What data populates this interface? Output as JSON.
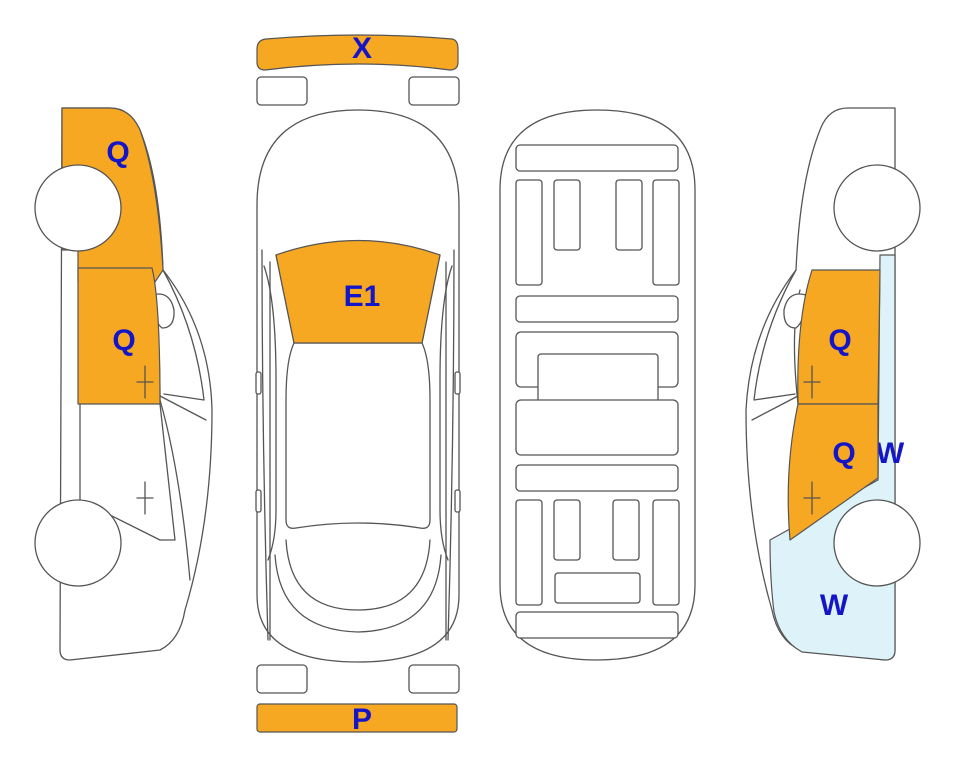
{
  "colors": {
    "damage_orange": "#F7A823",
    "light_blue": "#DDF3F9",
    "label_blue": "#1515C8",
    "outline": "#555555"
  },
  "labels": {
    "front_bumper": "X",
    "rear_bumper": "P",
    "hood": "E1",
    "left_front_fender": "Q",
    "left_front_door": "Q",
    "right_rear_door": "Q",
    "right_front_door": "Q",
    "right_front_fender_light": "W",
    "right_side_panel_light": "W"
  },
  "icons": {
    "door_handle": "door-handle-icon",
    "wheel": "wheel-icon"
  }
}
